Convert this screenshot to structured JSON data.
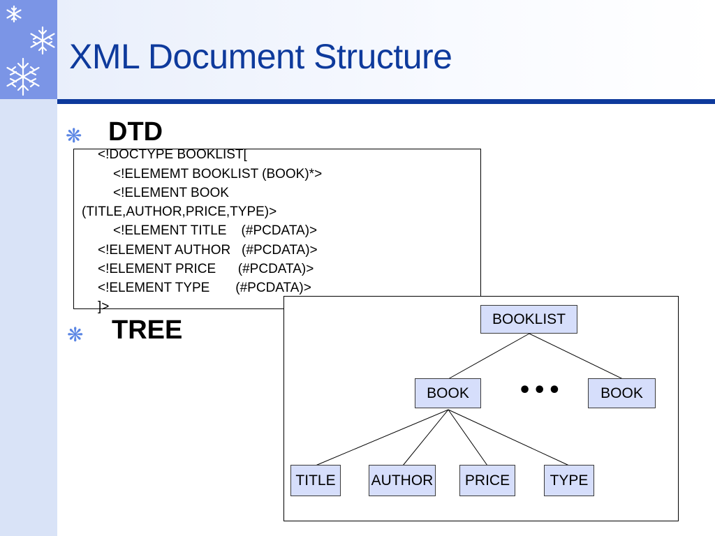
{
  "slide": {
    "title": "XML Document Structure"
  },
  "bullets": [
    {
      "icon": "snowflake-bullet-icon",
      "glyph": "❋",
      "label": "DTD"
    },
    {
      "icon": "snowflake-bullet-icon",
      "glyph": "❋",
      "label": "TREE"
    }
  ],
  "dtd": {
    "lines": [
      "<!DOCTYPE BOOKLIST[",
      "<!ELEMEMT BOOKLIST (BOOK)*>",
      "<!ELEMENT BOOK",
      "(TITLE,AUTHOR,PRICE,TYPE)>",
      "<!ELEMENT TITLE    (#PCDATA)>",
      "<!ELEMENT AUTHOR   (#PCDATA)>",
      "<!ELEMENT PRICE      (#PCDATA)>",
      "<!ELEMENT TYPE       (#PCDATA)>",
      "]>"
    ]
  },
  "tree": {
    "root": "BOOKLIST",
    "books": [
      "BOOK",
      "BOOK"
    ],
    "ellipsis": "•••",
    "fields": [
      "TITLE",
      "AUTHOR",
      "PRICE",
      "TYPE"
    ]
  },
  "colors": {
    "title": "#0e3a9c",
    "sidebar_top": "#7b95e6",
    "sidebar": "#d9e3f7",
    "node_fill": "#d6defb",
    "bullet": "#5b86e4"
  }
}
